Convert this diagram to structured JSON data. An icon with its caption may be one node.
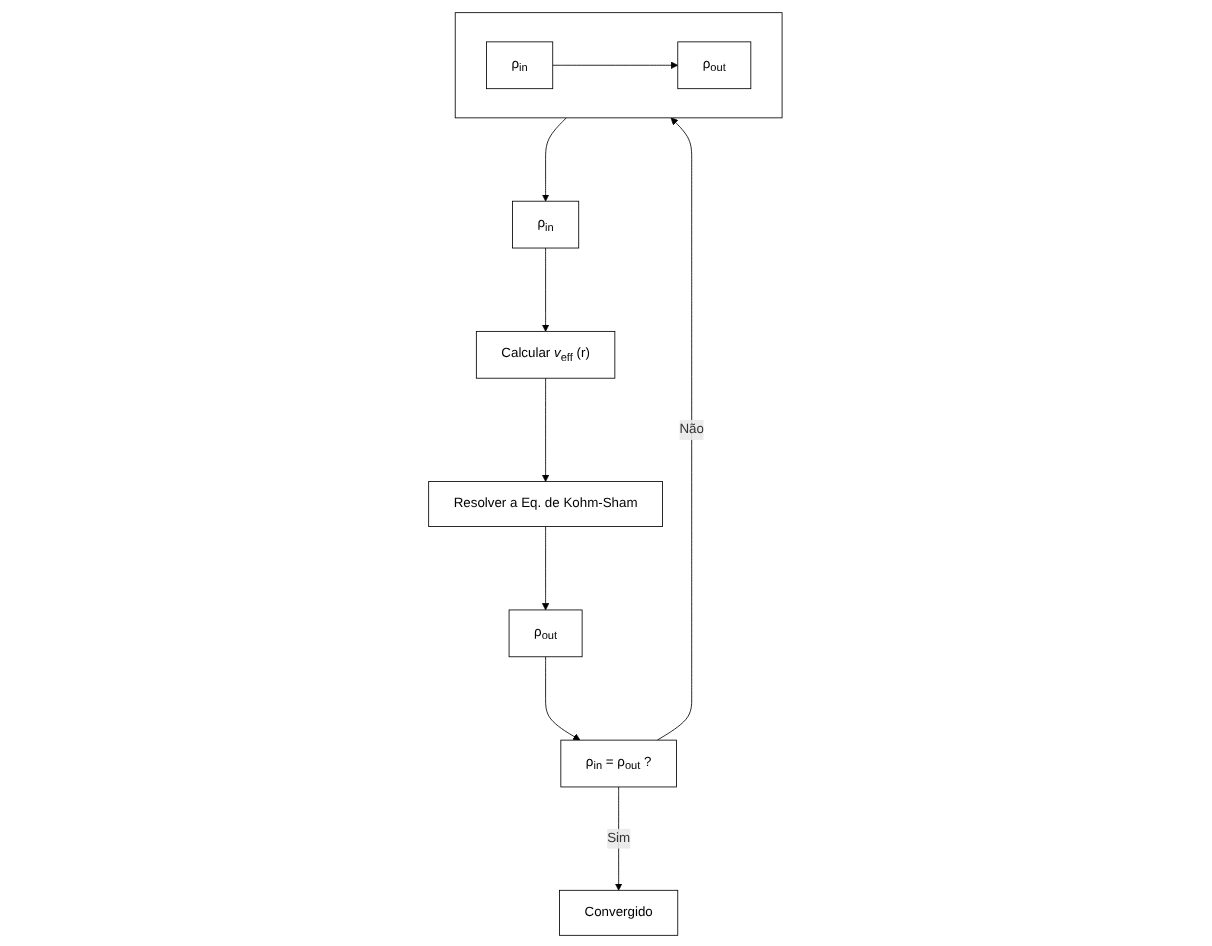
{
  "diagram": {
    "nodes": [
      {
        "text": [
          "ρ$_{in}$"
        ]
      },
      {
        "text": [
          "Calcular *v*$_{eff}$ (r)"
        ]
      },
      {
        "text": [
          "Resolver a Eq. de Kohm-Sham"
        ]
      },
      {
        "text": [
          "ρ$_{out}$"
        ]
      },
      {
        "text": [
          "ρ$_{in}$ = ρ$_{out}$ ?"
        ]
      },
      {
        "text": [],
        "shape": "box"
      },
      {
        "text": [
          "ρ$_{in}$"
        ],
        "in": 5
      },
      {
        "text": [
          "ρ$_{out}$"
        ],
        "in": 5
      },
      {
        "text": [
          "Convergido"
        ]
      }
    ],
    "edges": [
      {
        "from": 0,
        "to": 1,
        "arrow": "to"
      },
      {
        "from": 1,
        "to": 2,
        "arrow": "to"
      },
      {
        "from": 2,
        "to": 3,
        "arrow": "to"
      },
      {
        "from": 3,
        "to": 4,
        "arrow": "to"
      },
      {
        "from": 4,
        "to": 5,
        "arrow": "to",
        "label": "Não"
      },
      {
        "from": 5,
        "to": 0,
        "arrow": "to"
      },
      {
        "from": 6,
        "to": 7,
        "arrow": "to"
      },
      {
        "from": 4,
        "to": 8,
        "arrow": "to",
        "label": "Sim"
      }
    ]
  }
}
